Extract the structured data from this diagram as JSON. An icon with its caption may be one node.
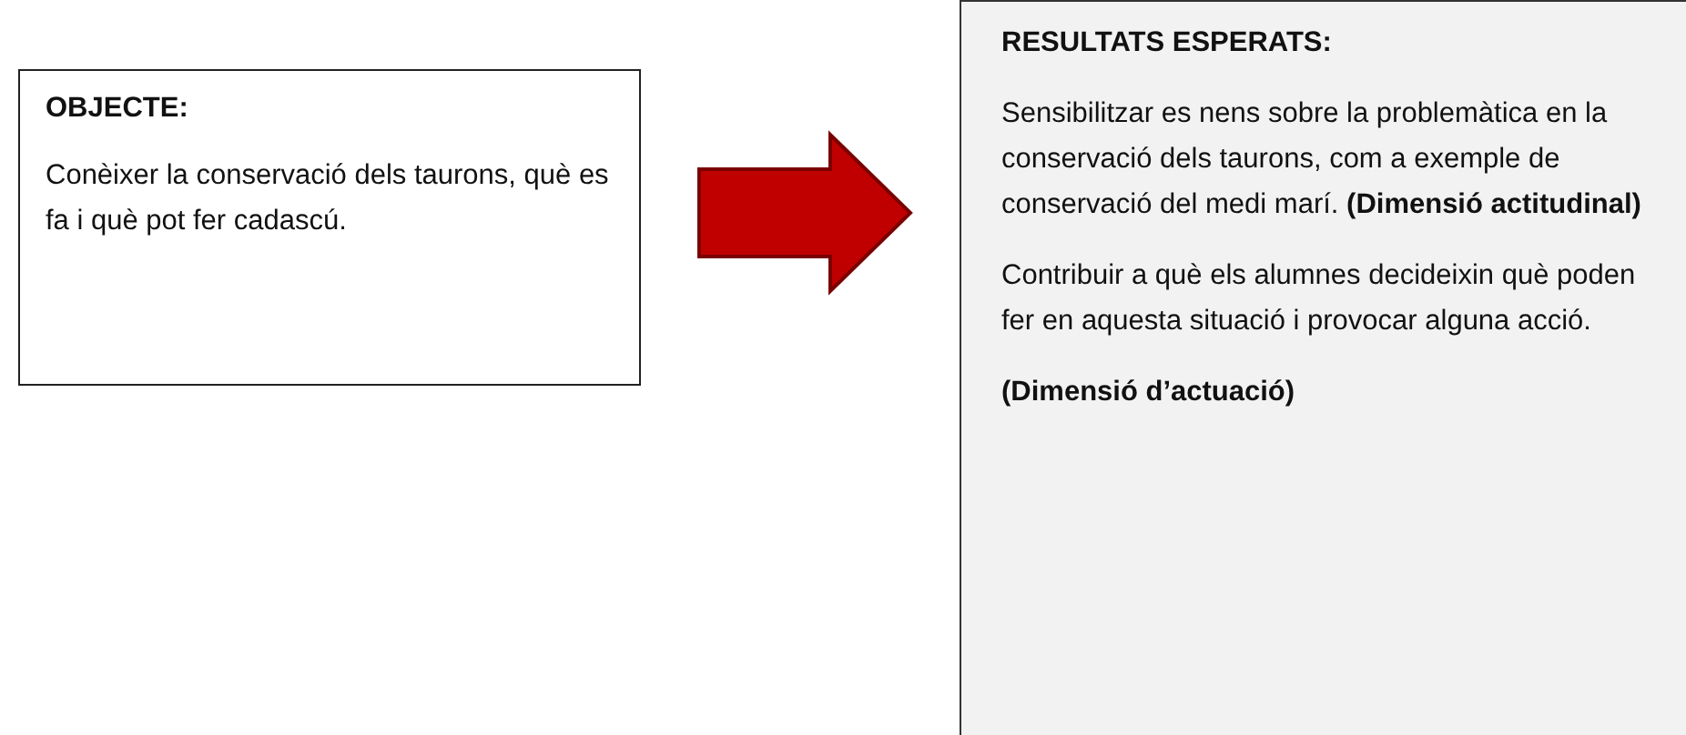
{
  "diagram": {
    "nodes": [
      {
        "text": [
          "OBJECTE:",
          "Conèixer la conservació dels taurons, què es fa i què pot fer cadascú."
        ]
      },
      {
        "text": [
          "RESULTATS ESPERATS:",
          "Sensibilitzar es nens sobre la problemàtica en la conservació dels taurons, com a exemple de conservació del medi marí. **(Dimensió actitudinal)**",
          "Contribuir a què els alumnes decideixin què poden fer en aquesta situació i provocar alguna acció.",
          "(Dimensió d’actuació)"
        ]
      }
    ],
    "edges": [
      {
        "from": 0,
        "to": 1,
        "arrow": "to",
        "style": "thick",
        "color": "#c00000"
      }
    ]
  }
}
